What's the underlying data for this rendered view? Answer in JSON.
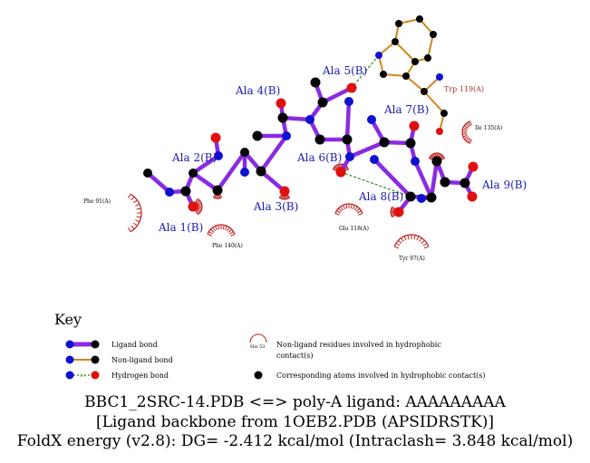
{
  "colors": {
    "ligand_bond": "#8a2be2",
    "nonligand_bond": "#d2861e",
    "hbond": "#2e8b22",
    "carbon": "#000000",
    "nitrogen": "#1010d0",
    "oxygen": "#e01010",
    "residue_label_ligand": "#1c1cb0",
    "residue_label_other": "#b03030",
    "hydrophobic_arc": "#c02020"
  },
  "diagram": {
    "ligand_residues": [
      "Ala 1(B)",
      "Ala 2(B)",
      "Ala 3(B)",
      "Ala 4(B)",
      "Ala 5(B)",
      "Ala 6(B)",
      "Ala 7(B)",
      "Ala 8(B)",
      "Ala 9(B)"
    ],
    "trp_residue": "Trp 119(A)",
    "hydrophobic_residues": [
      "Phe 91(A)",
      "Phe 140(A)",
      "Glu 118(A)",
      "Tyr 97(A)",
      "Ile 135(A)"
    ]
  },
  "key": {
    "title": "Key",
    "ligand_bond": "Ligand bond",
    "nonligand_bond": "Non-ligand bond",
    "hydrogen_bond": "Hydrogen bond",
    "hbond_distance": "3.0",
    "example_residue": "His 53",
    "nonligand_residues": "Non-ligand residues involved in hydrophobic",
    "nonligand_residues_2": "contact(s)",
    "corresponding_atoms": "Corresponding atoms involved in hydrophobic contact(s)"
  },
  "caption": {
    "line1": "BBC1_2SRC-14.PDB <=> poly-A ligand: AAAAAAAAA",
    "line2": "[Ligand backbone from 1OEB2.PDB (APSIDRSTK)]",
    "line3": "FoldX energy (v2.8): DG= -2.412 kcal/mol (Intraclash= 3.848 kcal/mol)"
  }
}
